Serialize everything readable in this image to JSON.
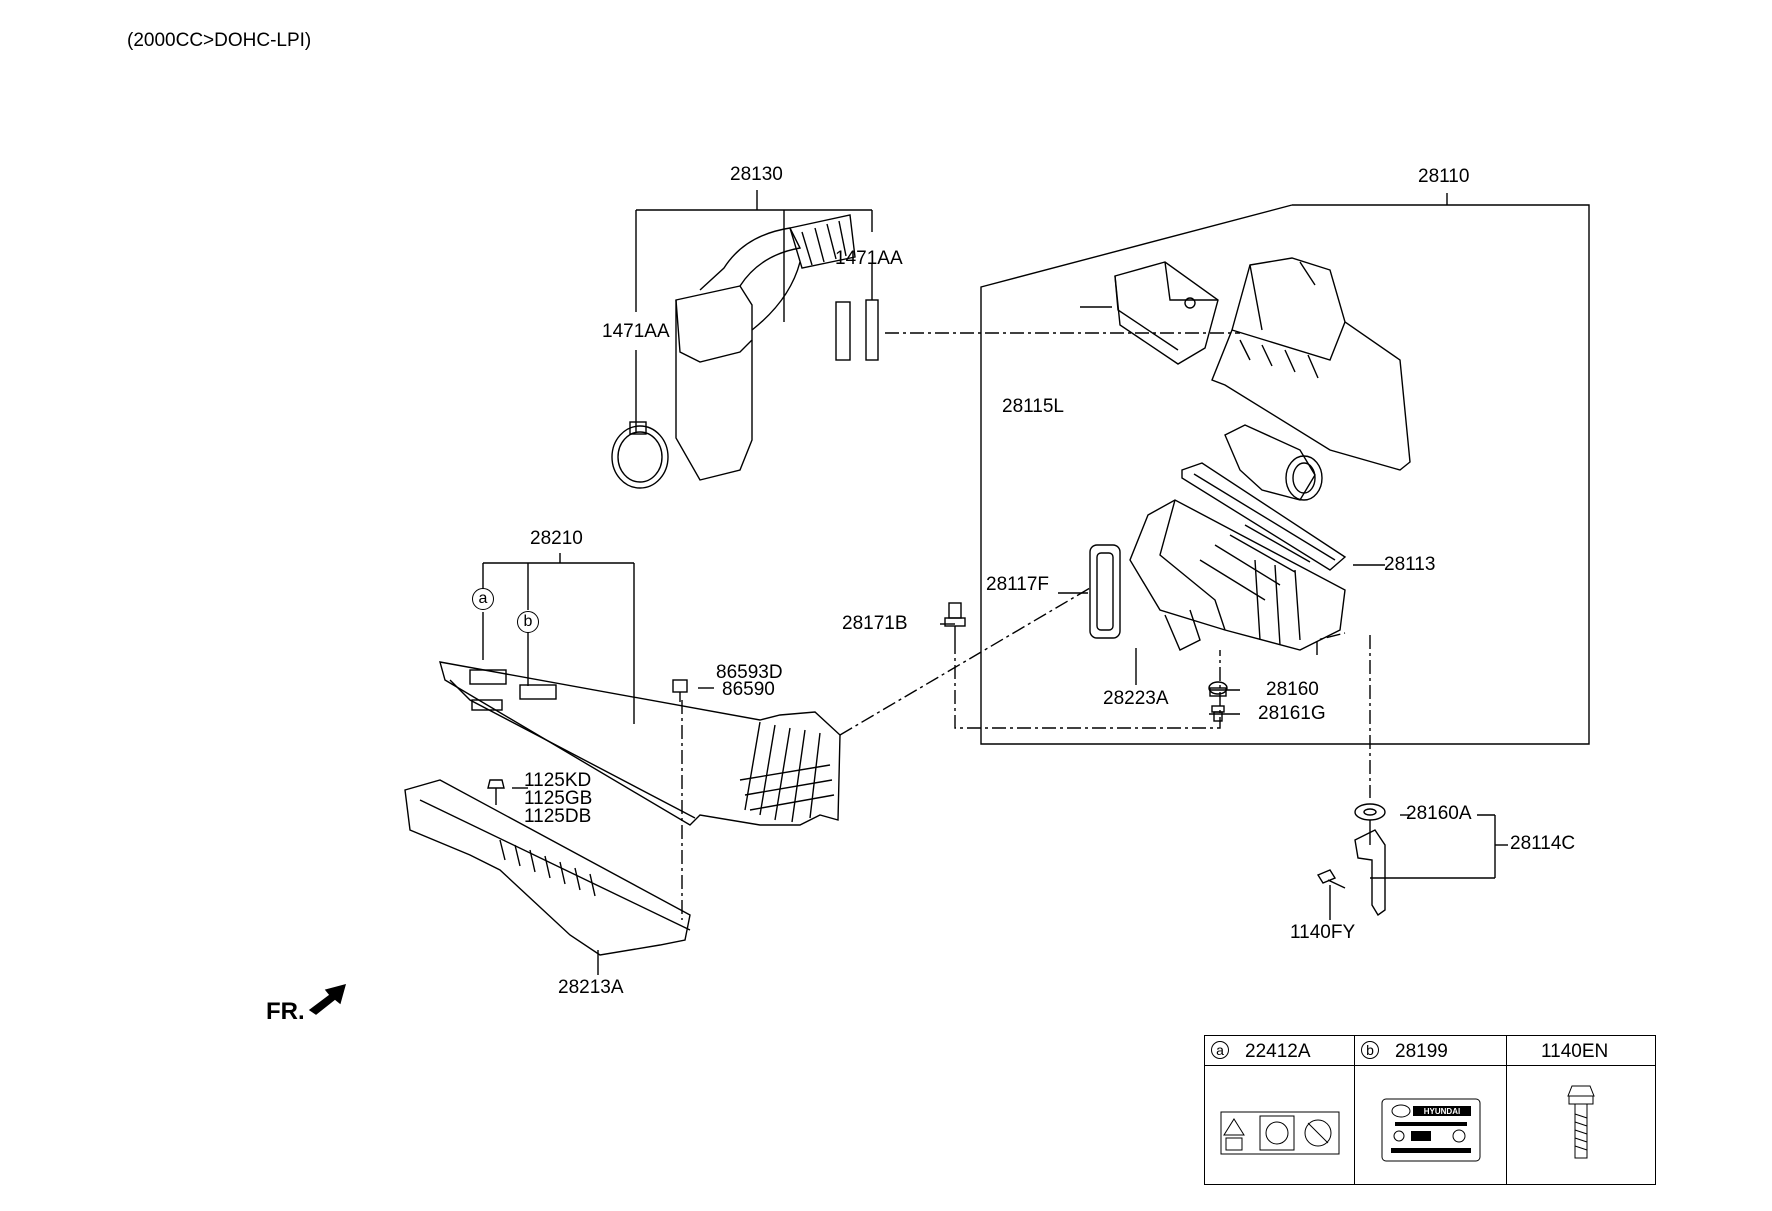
{
  "header": {
    "engine": "(2000CC>DOHC-LPI)"
  },
  "orientation": {
    "label": "FR."
  },
  "parts": {
    "p28130": "28130",
    "p28110": "28110",
    "p1471AA_top": "1471AA",
    "p1471AA_left": "1471AA",
    "p28115L": "28115L",
    "p28113": "28113",
    "p28117F": "28117F",
    "p28171B": "28171B",
    "p28223A": "28223A",
    "p28160": "28160",
    "p28161G": "28161G",
    "p28210": "28210",
    "p86593D": "86593D",
    "p86590": "86590",
    "p1125KD": "1125KD",
    "p1125GB": "1125GB",
    "p1125DB": "1125DB",
    "p28213A": "28213A",
    "p28160A": "28160A",
    "p28114C": "28114C",
    "p1140FY": "1140FY"
  },
  "callouts": {
    "a": "a",
    "b": "b"
  },
  "legend": [
    {
      "marker": "a",
      "code": "22412A",
      "icon": "warning-label-icon"
    },
    {
      "marker": "b",
      "code": "28199",
      "icon": "hyundai-label-icon"
    },
    {
      "marker": "",
      "code": "1140EN",
      "icon": "bolt-icon"
    }
  ],
  "label_text": {
    "brand": "HYUNDAI"
  }
}
